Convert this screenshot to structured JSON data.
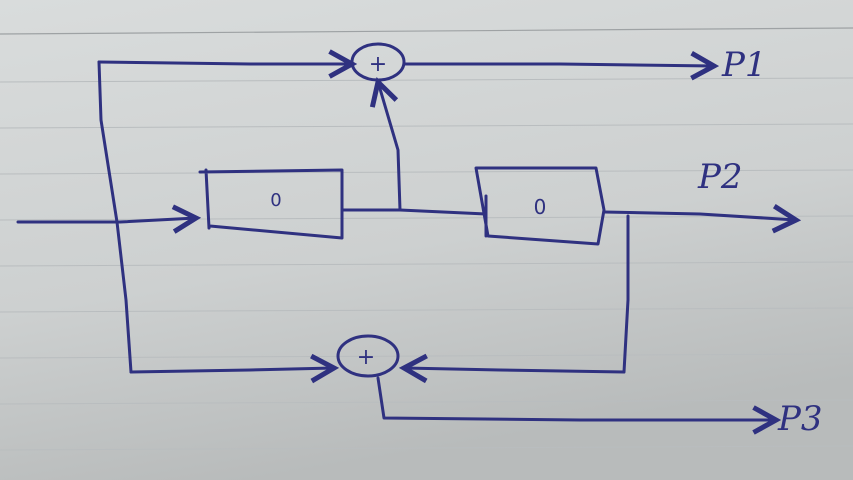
{
  "diagram": {
    "blocks": [
      {
        "id": "block_1",
        "label": "0"
      },
      {
        "id": "block_2",
        "label": "0"
      }
    ],
    "summing_junctions": [
      {
        "id": "sum_top",
        "symbol": "+"
      },
      {
        "id": "sum_bottom",
        "symbol": "+"
      }
    ],
    "outputs": [
      {
        "id": "p1",
        "label": "P1"
      },
      {
        "id": "p2",
        "label": "P2"
      },
      {
        "id": "p3",
        "label": "P3"
      }
    ],
    "ink_color": "#2f3180",
    "paper_color": "#cfd2d2"
  }
}
